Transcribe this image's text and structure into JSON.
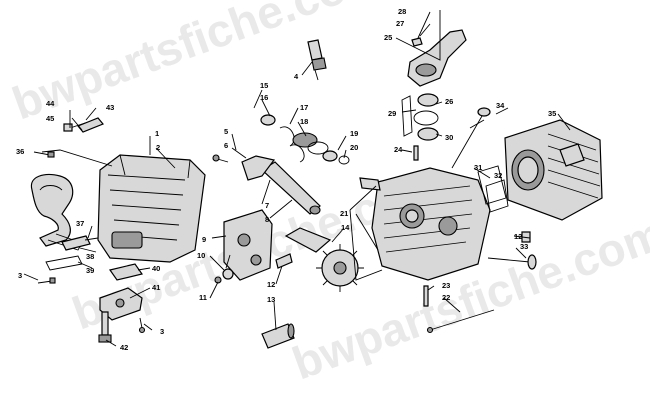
{
  "watermark": "bwpartsfiche.com",
  "callouts": {
    "c1": "1",
    "c2": "2",
    "c3a": "3",
    "c3b": "3",
    "c4": "4",
    "c5": "5",
    "c6": "6",
    "c7": "7",
    "c8": "8",
    "c9": "9",
    "c10": "10",
    "c11": "11",
    "c12a": "12",
    "c12b": "12",
    "c13": "13",
    "c14": "14",
    "c15": "15",
    "c16": "16",
    "c17": "17",
    "c18": "18",
    "c19": "19",
    "c20": "20",
    "c21": "21",
    "c22": "22",
    "c23": "23",
    "c24": "24",
    "c25": "25",
    "c26": "26",
    "c27": "27",
    "c28": "28",
    "c29": "29",
    "c30": "30",
    "c31": "31",
    "c32": "32",
    "c33": "33",
    "c34": "34",
    "c35": "35",
    "c36": "36",
    "c37": "37",
    "c38": "38",
    "c39": "39",
    "c40": "40",
    "c41": "41",
    "c42": "42",
    "c43": "43",
    "c44": "44",
    "c45": "45"
  }
}
